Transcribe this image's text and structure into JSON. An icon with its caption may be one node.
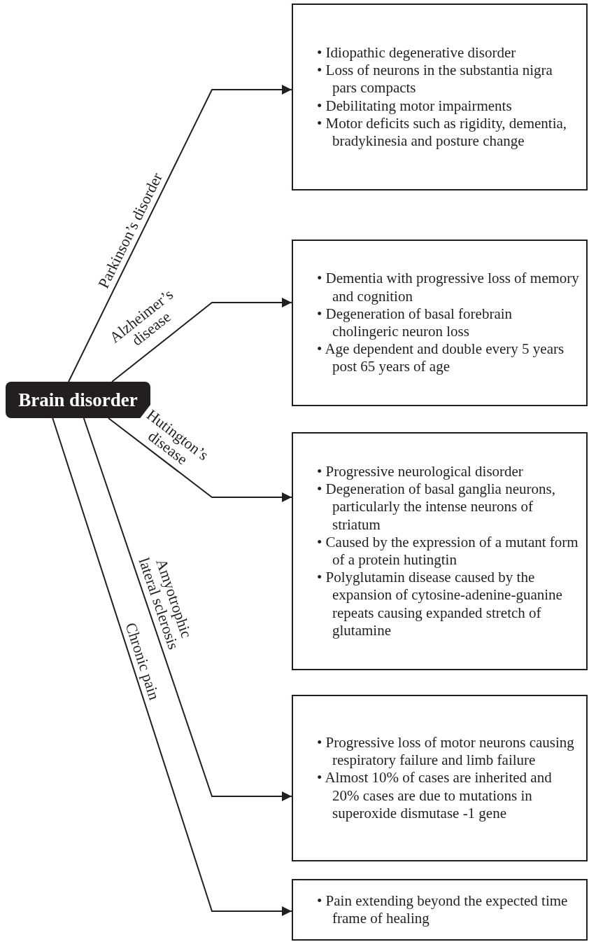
{
  "diagram": {
    "nodes": [
      {
        "text": [
          "Brain disorder"
        ]
      },
      {
        "text": [
          "• Idiopathic degenerative disorder",
          "• Loss of neurons in the substantia nigra pars compacts",
          "• Debilitating motor impairments",
          "• Motor deficits such as rigidity, dementia, bradykinesia and posture change"
        ]
      },
      {
        "text": [
          "• Dementia with progressive loss of memory and cognition",
          "• Degeneration of basal forebrain cholingeric neuron loss",
          "• Age dependent and double every 5 years post 65 years of age"
        ]
      },
      {
        "text": [
          "• Progressive neurological disorder",
          "• Degeneration of basal ganglia neurons, particularly the intense neurons of striatum",
          "• Caused by the expression of a mutant form of a protein hutingtin",
          "• Polyglutamin disease caused by the expansion of cytosine-adenine-guanine repeats causing expanded stretch of glutamine"
        ]
      },
      {
        "text": [
          "• Progressive loss of motor neurons causing respiratory failure and limb failure",
          "• Almost 10% of cases are inherited and 20% cases are due to mutations in superoxide dismutase -1 gene"
        ]
      },
      {
        "text": [
          "• Pain extending beyond the expected time frame of healing"
        ]
      }
    ],
    "edges": [
      {
        "from": 0,
        "to": 1,
        "arrow": "to",
        "label": "Parkinson’s disorder"
      },
      {
        "from": 0,
        "to": 2,
        "arrow": "to",
        "label": "Alzheimer’s disease"
      },
      {
        "from": 0,
        "to": 3,
        "arrow": "to",
        "label": "Hutington’s disease"
      },
      {
        "from": 0,
        "to": 4,
        "arrow": "to",
        "label": "Amyotrophic lateral sclerosis"
      },
      {
        "from": 0,
        "to": 5,
        "arrow": "to",
        "label": "Chronic pain"
      }
    ]
  }
}
